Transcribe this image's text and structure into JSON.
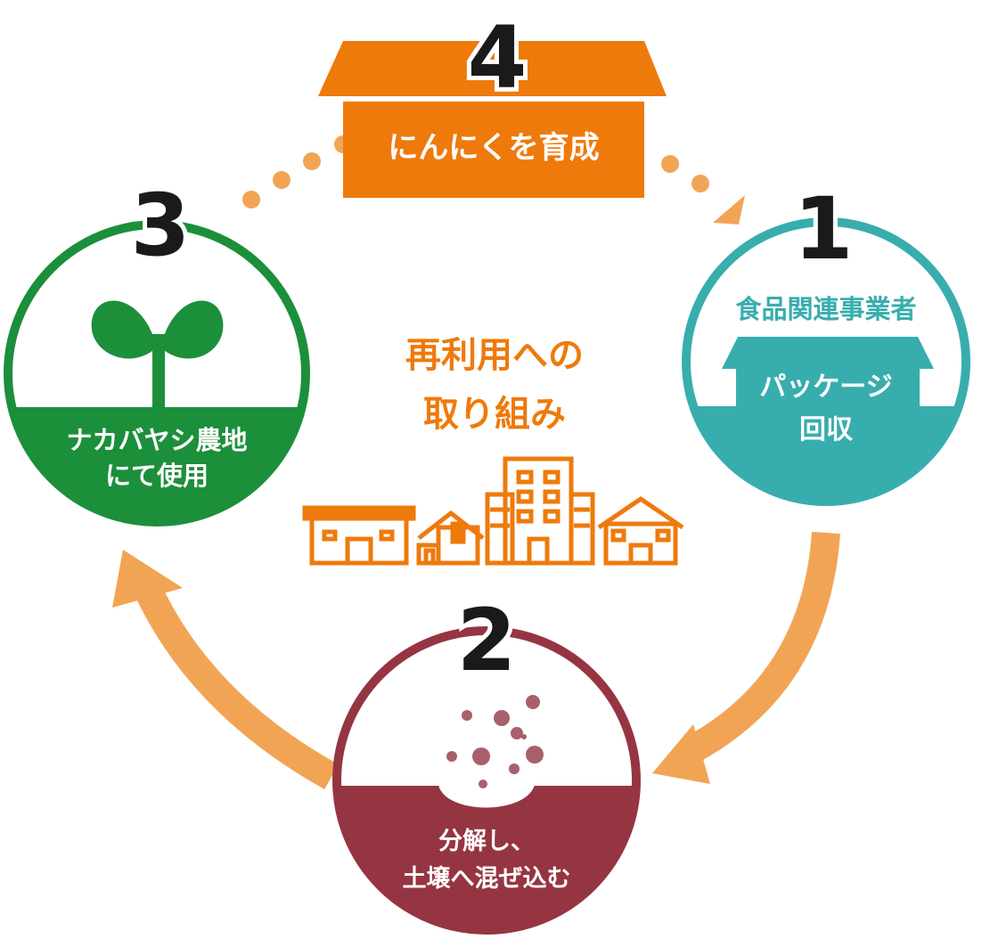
{
  "colors": {
    "orange": "#ee7a0c",
    "light_orange": "#f2a455",
    "teal": "#38adae",
    "green": "#1c8f3b",
    "maroon": "#963542",
    "dot": "#a8606b",
    "number": "#1a1a1a"
  },
  "center": {
    "title_line1": "再利用への",
    "title_line2": "取り組み"
  },
  "steps": [
    {
      "number": "1",
      "title": "食品関連事業者",
      "line1": "パッケージ",
      "line2": "回収"
    },
    {
      "number": "2",
      "line1": "分解し、",
      "line2": "土壌へ混ぜ込む"
    },
    {
      "number": "3",
      "line1": "ナカバヤシ農地",
      "line2": "にて使用"
    },
    {
      "number": "4",
      "line1": "にんにくを育成"
    }
  ]
}
